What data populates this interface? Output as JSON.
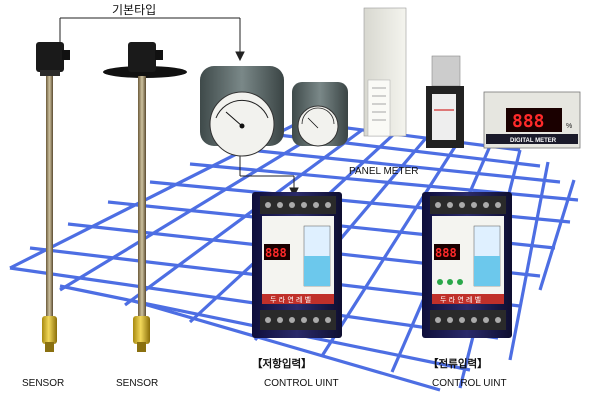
{
  "top_label": "기본타입",
  "panel_meter_label": "PANEL METER",
  "digital_meter": {
    "reading": "888",
    "unit": "%",
    "title": "DIGITAL METER"
  },
  "sensors": [
    {
      "label": "SENSOR"
    },
    {
      "label": "SENSOR"
    }
  ],
  "control_units": [
    {
      "caption": "【저항입력】",
      "label": "CONTROL UINT",
      "reading": "888",
      "brand": "두 라 연 레 벨"
    },
    {
      "caption": "【전류입력】",
      "label": "CONTROL UINT",
      "reading": "888",
      "brand": "두 라 연 레 벨"
    }
  ],
  "colors": {
    "grid": "#3a5fe0",
    "unit_body": "#1a1a4a",
    "sensor_tip": "#e0c040",
    "meter_body": "#5a6a6a"
  }
}
